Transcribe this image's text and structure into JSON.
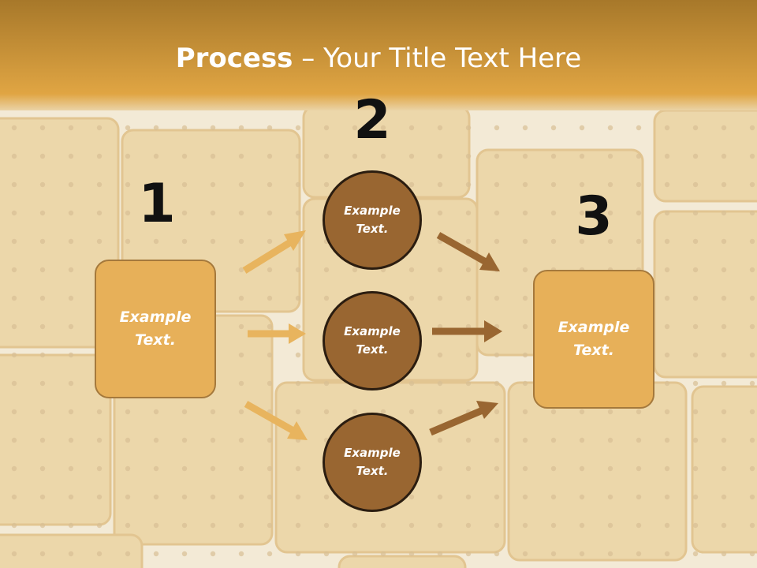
{
  "slide": {
    "title_bold": "Process",
    "title_rest": " – Your Title Text Here",
    "steps": [
      {
        "number": "1",
        "text": "Example\nText."
      },
      {
        "number": "2",
        "items": [
          "Example\nText.",
          "Example\nText.",
          "Example\nText."
        ]
      },
      {
        "number": "3",
        "text": "Example\nText."
      }
    ]
  },
  "colors": {
    "header_top": "#a7782a",
    "header_bottom": "#e0a543",
    "box_fill": "#e7b059",
    "circle_fill": "#996631",
    "arrow_light": "#e8b45e",
    "arrow_dark": "#996631"
  }
}
